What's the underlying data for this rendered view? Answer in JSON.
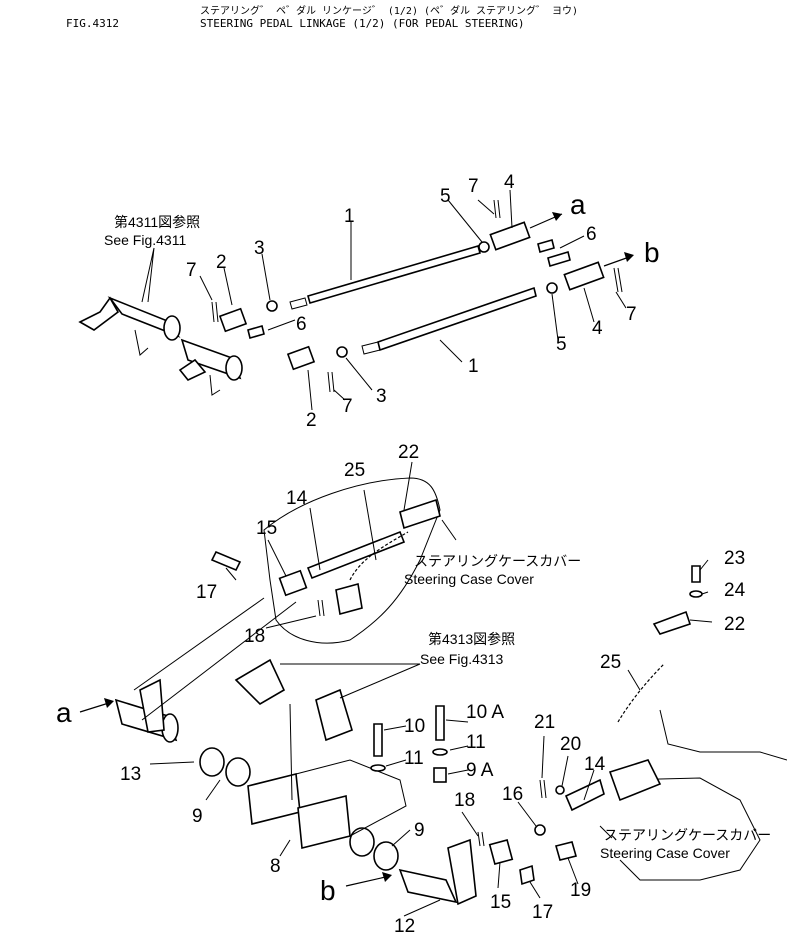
{
  "header": {
    "fig_number": "FIG.4312",
    "title_jp": "ステアリング゛ ペ゛ダル リンケージ゛ (1/2) (ペ゛ダル ステアリング゛ ヨウ)",
    "title_en": "STEERING PEDAL LINKAGE (1/2) (FOR PEDAL STEERING)"
  },
  "notes": {
    "ref4311_jp": "第4311図参照",
    "ref4311_en": "See Fig.4311",
    "ref4313_jp": "第4313図参照",
    "ref4313_en": "See Fig.4313",
    "cover_jp": "ステアリングケースカバー",
    "cover_en": "Steering Case Cover"
  },
  "arrows": {
    "a": "a",
    "b": "b"
  },
  "callouts": [
    "1",
    "1",
    "2",
    "2",
    "3",
    "3",
    "4",
    "4",
    "5",
    "5",
    "6",
    "6",
    "7",
    "7",
    "7",
    "7",
    "22",
    "25",
    "14",
    "15",
    "17",
    "18",
    "23",
    "24",
    "22",
    "25",
    "10",
    "10 A",
    "11",
    "11",
    "9 A",
    "21",
    "20",
    "14",
    "16",
    "18",
    "13",
    "9",
    "9",
    "8",
    "15",
    "17",
    "19",
    "12"
  ]
}
